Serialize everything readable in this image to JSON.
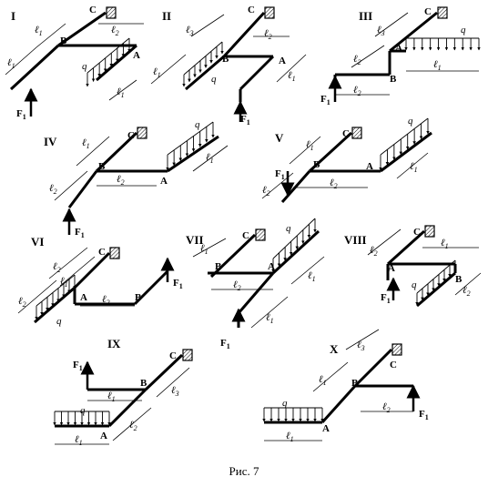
{
  "caption": "Рис. 7",
  "panels": [
    {
      "id": "I",
      "roman": "I",
      "labels": {
        "C": "C",
        "B": "B",
        "A": "A",
        "F": "F",
        "Fsub": "1",
        "q": "q",
        "l1": "ℓ",
        "l1sub": "1",
        "l2": "ℓ",
        "l2sub": "2"
      }
    },
    {
      "id": "II",
      "roman": "II",
      "labels": {
        "C": "C",
        "B": "B",
        "A": "A",
        "F": "F",
        "Fsub": "1",
        "q": "q",
        "l1": "ℓ",
        "l1sub": "1",
        "l2": "ℓ",
        "l2sub": "2",
        "l3": "ℓ",
        "l3sub": "3"
      }
    },
    {
      "id": "III",
      "roman": "III",
      "labels": {
        "C": "C",
        "B": "B",
        "A": "A",
        "F": "F",
        "Fsub": "1",
        "q": "q",
        "l1": "ℓ",
        "l1sub": "1",
        "l2": "ℓ",
        "l2sub": "2",
        "l3": "ℓ",
        "l3sub": "3"
      }
    },
    {
      "id": "IV",
      "roman": "IV",
      "labels": {
        "C": "C",
        "B": "B",
        "A": "A",
        "F": "F",
        "Fsub": "1",
        "q": "q",
        "l1": "ℓ",
        "l1sub": "1",
        "l2": "ℓ",
        "l2sub": "2"
      }
    },
    {
      "id": "V",
      "roman": "V",
      "labels": {
        "C": "C",
        "B": "B",
        "A": "A",
        "F": "F",
        "Fsub": "1",
        "q": "q",
        "l1": "ℓ",
        "l1sub": "1",
        "l2": "ℓ",
        "l2sub": "2"
      }
    },
    {
      "id": "VI",
      "roman": "VI",
      "labels": {
        "C": "C",
        "B": "B",
        "A": "A",
        "F": "F",
        "Fsub": "1",
        "q": "q",
        "l1": "ℓ",
        "l1sub": "1",
        "l2": "ℓ",
        "l2sub": "2"
      }
    },
    {
      "id": "VII",
      "roman": "VII",
      "labels": {
        "C": "C",
        "B": "B",
        "A": "A",
        "F": "F",
        "Fsub": "1",
        "q": "q",
        "l1": "ℓ",
        "l1sub": "1",
        "l2": "ℓ",
        "l2sub": "2"
      }
    },
    {
      "id": "VIII",
      "roman": "VIII",
      "labels": {
        "C": "C",
        "B": "B",
        "A": "A",
        "F": "F",
        "Fsub": "1",
        "q": "q",
        "l1": "ℓ",
        "l1sub": "1",
        "l2": "ℓ",
        "l2sub": "2"
      }
    },
    {
      "id": "IX",
      "roman": "IX",
      "labels": {
        "C": "C",
        "B": "B",
        "A": "A",
        "F": "F",
        "Fsub": "1",
        "q": "q",
        "l1": "ℓ",
        "l1sub": "1",
        "l2": "ℓ",
        "l2sub": "2",
        "l3": "ℓ",
        "l3sub": "3"
      }
    },
    {
      "id": "X",
      "roman": "X",
      "labels": {
        "C": "C",
        "B": "B",
        "A": "A",
        "F": "F",
        "Fsub": "1",
        "q": "q",
        "l1": "ℓ",
        "l1sub": "1",
        "l2": "ℓ",
        "l2sub": "2",
        "l3": "ℓ",
        "l3sub": "3"
      }
    }
  ]
}
